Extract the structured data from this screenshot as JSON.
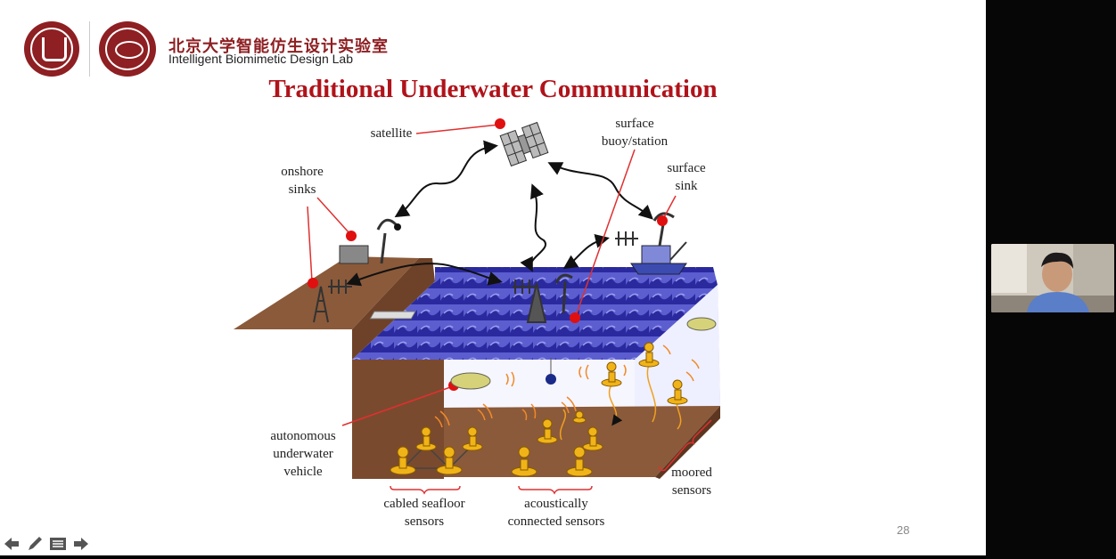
{
  "header": {
    "lab_name_cn": "北京大学智能仿生设计实验室",
    "lab_name_en": "Intelligent Biomimetic Design Lab"
  },
  "slide": {
    "title": "Traditional Underwater Communication",
    "page_number": "28"
  },
  "diagram": {
    "labels": {
      "satellite": "satellite",
      "surface_buoy": "surface\nbuoy/station",
      "surface_sink": "surface\nsink",
      "onshore_sinks": "onshore\nsinks",
      "auv": "autonomous\nunderwater\nvehicle",
      "cabled": "cabled seafloor\nsensors",
      "acoustic": "acoustically\nconnected sensors",
      "moored": "moored\nsensors"
    }
  },
  "toolbar": {
    "icons": [
      "arrow-left-icon",
      "pen-icon",
      "menu-icon",
      "arrow-right-icon"
    ]
  },
  "colors": {
    "title_red": "#b0131a",
    "logo_red": "#8e1f22",
    "land_brown": "#8b5a3a",
    "wave_blue": "#3a3dae",
    "sensor_yellow": "#f0b418"
  }
}
